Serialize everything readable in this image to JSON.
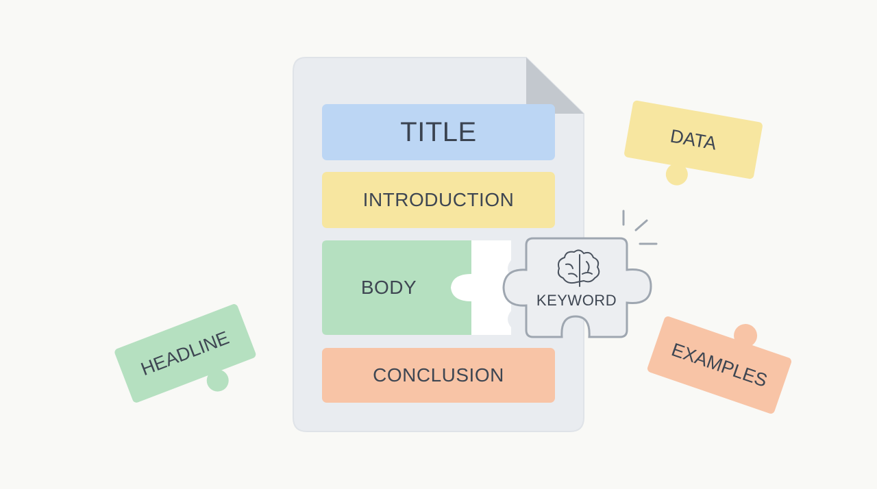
{
  "document": {
    "sections": {
      "title": "TITLE",
      "introduction": "INTRODUCTION",
      "body": "BODY",
      "conclusion": "CONCLUSION"
    }
  },
  "pieces": {
    "keyword": "KEYWORD",
    "data": "DATA",
    "headline": "HEADLINE",
    "examples": "EXAMPLES"
  },
  "icons": {
    "keyword_icon": "brain-icon",
    "spark_icon": "spark-lines-icon"
  },
  "colors": {
    "title": "#bcd6f4",
    "introduction": "#f7e6a0",
    "body": "#b5e0c0",
    "conclusion": "#f8c4a6",
    "data": "#f7e6a0",
    "headline": "#b5e0c0",
    "examples": "#f8c4a6",
    "keyword": "#eceef1",
    "page": "#e9ecf0"
  }
}
